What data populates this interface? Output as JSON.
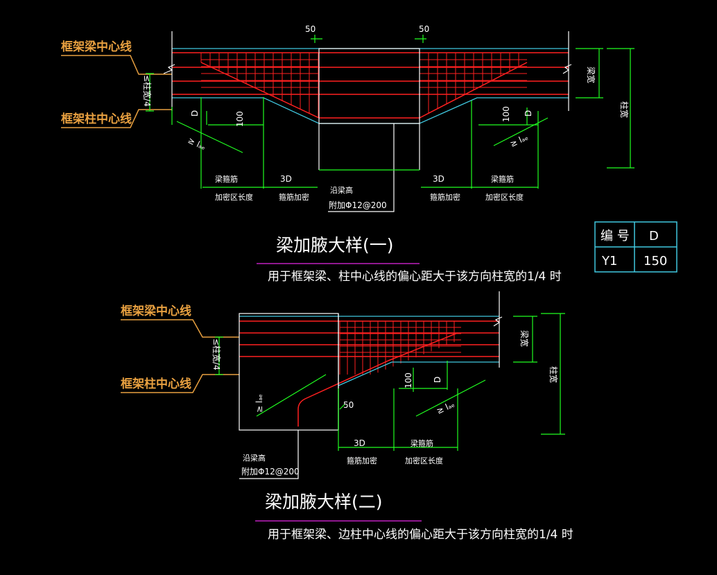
{
  "colors": {
    "background": "#000000",
    "rebar": "#ff2020",
    "outline": "#ffffff",
    "dimension": "#20ff20",
    "concrete_edge": "#40c8e0",
    "leader": "#e8a040",
    "underline": "#c020c0",
    "table_border": "#40c8e0"
  },
  "detail1": {
    "label_beam_center": "框架梁中心线",
    "label_column_center": "框架柱中心线",
    "dim_left_50": "50",
    "dim_right_50": "50",
    "dim_beam_width": "梁宽",
    "dim_column_width": "柱宽",
    "dim_quarter_width": "≤柱宽/4",
    "dim_d_left": "D",
    "dim_d_right": "D",
    "dim_100_left": "100",
    "dim_100_right": "100",
    "dim_la_left": "≥ lₐₑ",
    "dim_la_right": "≥ lₐₑ",
    "label_stirrup_left": "梁箍筋",
    "label_zone_left": "加密区长度",
    "label_3d_left": "3D",
    "label_stirrup_dense_left": "箍筋加密",
    "label_3d_right": "3D",
    "label_stirrup_dense_right": "箍筋加密",
    "label_stirrup_right": "梁箍筋",
    "label_zone_right": "加密区长度",
    "note_beam_height": "沿梁高",
    "note_extra_bar": "附加Φ12@200",
    "title": "梁加腋大样(一)",
    "subtitle": "用于框架梁、柱中心线的偏心距大于该方向柱宽的1/4 时"
  },
  "table": {
    "header_code": "编 号",
    "header_d": "D",
    "row_code": "Y1",
    "row_d": "150"
  },
  "detail2": {
    "label_beam_center": "框架梁中心线",
    "label_column_center": "框架柱中心线",
    "dim_quarter_width": "≤柱宽/4",
    "dim_beam_width": "梁宽",
    "dim_column_width": "柱宽",
    "dim_100": "100",
    "dim_d": "D",
    "dim_la_left": "≥ lₐₑ",
    "dim_la_right": "≥ lₐₑ",
    "dim_50": "50",
    "label_3d": "3D",
    "label_stirrup_dense": "箍筋加密",
    "label_stirrup": "梁箍筋",
    "label_zone": "加密区长度",
    "note_beam_height": "沿梁高",
    "note_extra_bar": "附加Φ12@200",
    "title": "梁加腋大样(二)",
    "subtitle": "用于框架梁、边柱中心线的偏心距大于该方向柱宽的1/4 时"
  }
}
